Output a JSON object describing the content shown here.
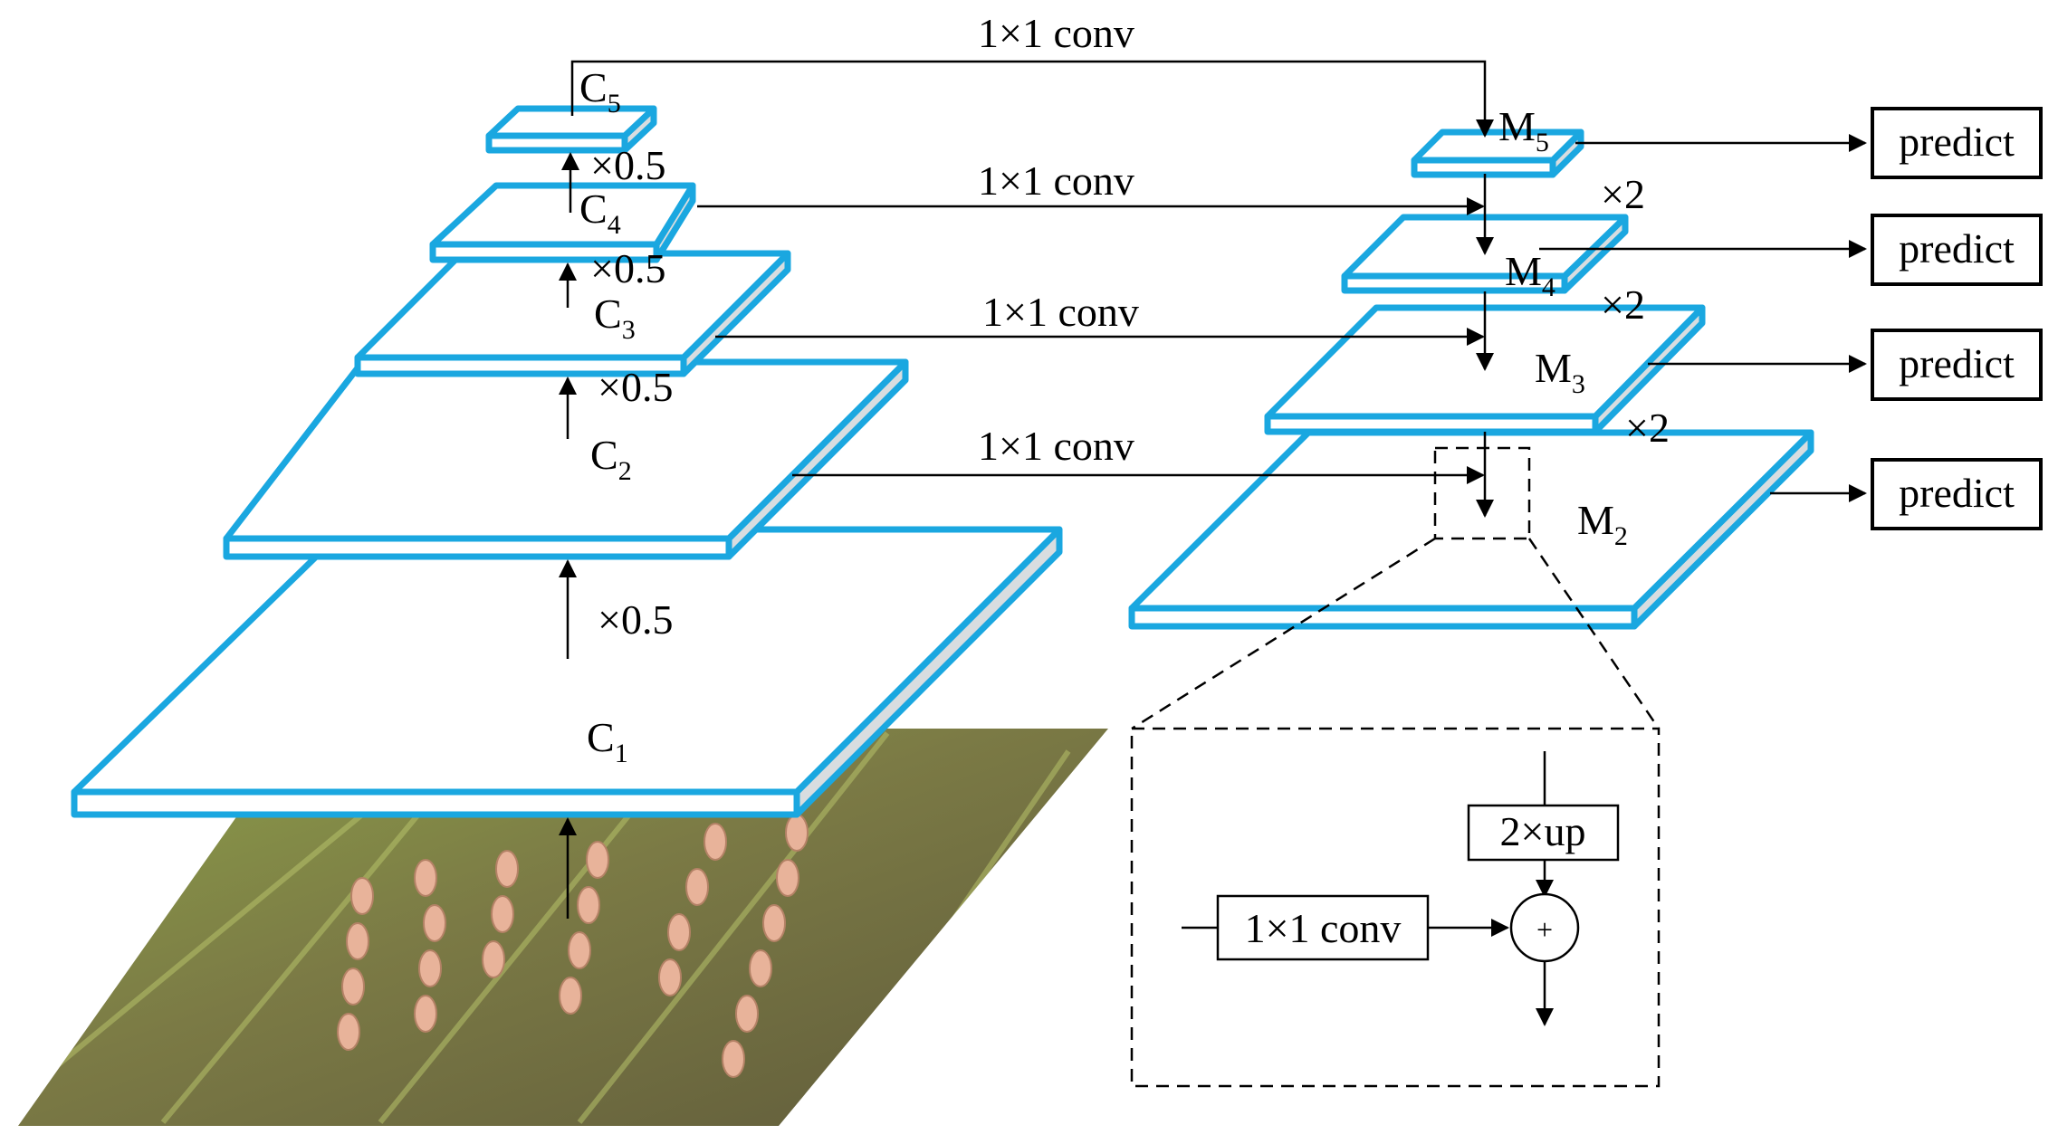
{
  "image_panel": {
    "description_icon": "rice-field-photo"
  },
  "pyramid_left": {
    "levels": [
      {
        "name": "C",
        "sub": "1"
      },
      {
        "name": "C",
        "sub": "2"
      },
      {
        "name": "C",
        "sub": "3"
      },
      {
        "name": "C",
        "sub": "4"
      },
      {
        "name": "C",
        "sub": "5"
      }
    ],
    "downsample_label": "×0.5"
  },
  "pyramid_right": {
    "levels": [
      {
        "name": "M",
        "sub": "2"
      },
      {
        "name": "M",
        "sub": "3"
      },
      {
        "name": "M",
        "sub": "4"
      },
      {
        "name": "M",
        "sub": "5"
      }
    ],
    "upsample_label": "×2"
  },
  "lateral_label": "1×1 conv",
  "predict_label": "predict",
  "detail": {
    "up_label": "2×up",
    "conv_label": "1×1 conv",
    "add_symbol": "+"
  },
  "colors": {
    "plate_edge": "#1aa7e0",
    "plate_side": "#d8dde0"
  }
}
